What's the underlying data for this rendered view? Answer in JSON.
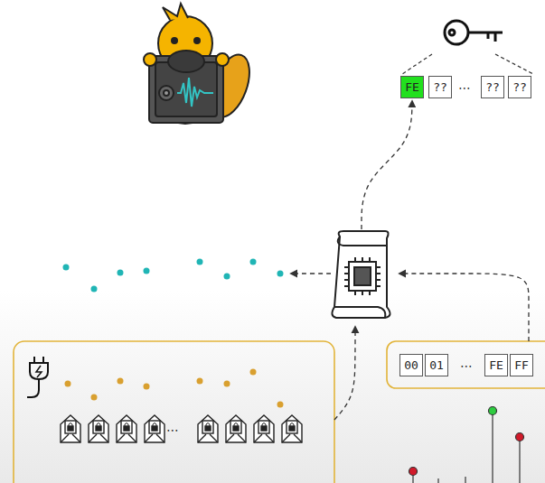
{
  "diagram": {
    "nodes": [
      {
        "text": [
          "FE"
        ]
      },
      {
        "text": [
          "??"
        ]
      },
      {
        "text": [
          "??"
        ]
      },
      {
        "text": [
          "??"
        ]
      },
      {
        "text": [
          "00"
        ]
      },
      {
        "text": [
          "01"
        ]
      },
      {
        "text": [
          "FE"
        ]
      },
      {
        "text": [
          "FF"
        ]
      }
    ],
    "labels": [
      "⋯",
      "⋯",
      "⋯"
    ]
  }
}
